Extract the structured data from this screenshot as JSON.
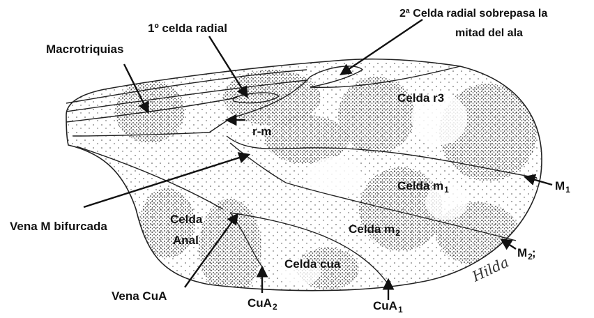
{
  "diagram": {
    "labels": {
      "primera_celda_radial": "1º celda radial",
      "segunda_celda_line1": "2ª Celda radial sobrepasa la",
      "segunda_celda_line2": "mitad del ala",
      "macrotriquias": "Macrotriquias",
      "celda_r3": "Celda r3",
      "rm": "r-m",
      "celda_m1": "Celda m",
      "celda_m1_sub": "1",
      "m1": "M",
      "m1_sub": "1",
      "vena_m_bifurcada": "Vena M bifurcada",
      "celda_anal_line1": "Celda",
      "celda_anal_line2": "Anal",
      "celda_m2": "Celda m",
      "celda_m2_sub": "2",
      "m2": "M",
      "m2_sub": "2",
      "m2_suffix": ";",
      "celda_cua": "Celda cua",
      "vena_cua": "Vena CuA",
      "cua2": "CuA",
      "cua2_sub": "2",
      "cua1": "CuA",
      "cua1_sub": "1"
    },
    "signature": "Hilda",
    "colors": {
      "ink": "#111111",
      "stipple": "#333333",
      "background": "#ffffff"
    }
  }
}
